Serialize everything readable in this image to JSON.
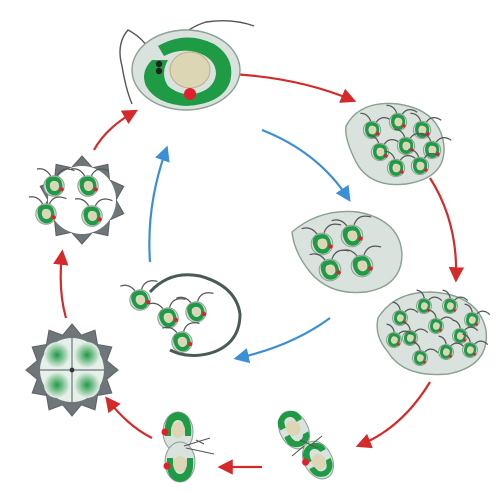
{
  "diagram": {
    "colors": {
      "background": "#ffffff",
      "cell_wall": "#d4ddd6",
      "cell_wall_stroke": "#8aa090",
      "chloroplast": "#1f9a45",
      "nucleus": "#ddd6b4",
      "eyespot": "#e0202a",
      "flagellum": "#555555",
      "sexual_arrow": "#d42a2a",
      "asexual_arrow": "#3a8fd6",
      "zygote_wall": "#6e767a",
      "stage_text": "#333333"
    },
    "stages": [
      {
        "id": "vegetative_cell",
        "label": ""
      },
      {
        "id": "sporangium_4",
        "label": ""
      },
      {
        "id": "sporangium_8",
        "label": ""
      },
      {
        "id": "gametangium",
        "label": ""
      },
      {
        "id": "gamete_pairing",
        "label": ""
      },
      {
        "id": "zygote_fusion",
        "label": ""
      },
      {
        "id": "zygospore",
        "label": ""
      },
      {
        "id": "zygote_germination",
        "label": ""
      },
      {
        "id": "hatching_daughters",
        "label": ""
      }
    ],
    "cycles": [
      {
        "id": "sexual",
        "arrow_color_key": "sexual_arrow"
      },
      {
        "id": "asexual",
        "arrow_color_key": "asexual_arrow"
      }
    ]
  }
}
